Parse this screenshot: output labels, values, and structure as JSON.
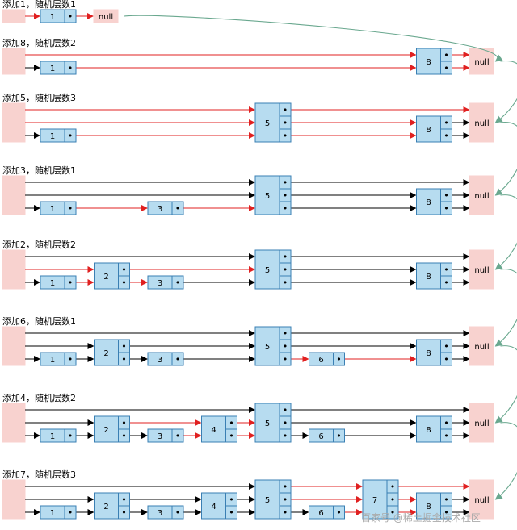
{
  "colors": {
    "node_fill": "#b7dcf0",
    "node_stroke": "#3a7fb3",
    "head_fill": "#f8d2cf",
    "null_fill": "#f8d2cf",
    "new_link": "#e02020",
    "old_link": "#000000",
    "flow_arrow": "#6aa88f"
  },
  "steps": [
    {
      "label": "添加1，随机层数1",
      "nodes": [
        {
          "key": "1",
          "levels": 1
        }
      ],
      "new_key": "1"
    },
    {
      "label": "添加8，随机层数2",
      "nodes": [
        {
          "key": "1",
          "levels": 1
        },
        {
          "key": "8",
          "levels": 2
        }
      ],
      "new_key": "8"
    },
    {
      "label": "添加5，随机层数3",
      "nodes": [
        {
          "key": "1",
          "levels": 1
        },
        {
          "key": "5",
          "levels": 3
        },
        {
          "key": "8",
          "levels": 2
        }
      ],
      "new_key": "5"
    },
    {
      "label": "添加3，随机层数1",
      "nodes": [
        {
          "key": "1",
          "levels": 1
        },
        {
          "key": "3",
          "levels": 1
        },
        {
          "key": "5",
          "levels": 3
        },
        {
          "key": "8",
          "levels": 2
        }
      ],
      "new_key": "3"
    },
    {
      "label": "添加2，随机层数2",
      "nodes": [
        {
          "key": "1",
          "levels": 1
        },
        {
          "key": "2",
          "levels": 2
        },
        {
          "key": "3",
          "levels": 1
        },
        {
          "key": "5",
          "levels": 3
        },
        {
          "key": "8",
          "levels": 2
        }
      ],
      "new_key": "2"
    },
    {
      "label": "添加6，随机层数1",
      "nodes": [
        {
          "key": "1",
          "levels": 1
        },
        {
          "key": "2",
          "levels": 2
        },
        {
          "key": "3",
          "levels": 1
        },
        {
          "key": "5",
          "levels": 3
        },
        {
          "key": "6",
          "levels": 1
        },
        {
          "key": "8",
          "levels": 2
        }
      ],
      "new_key": "6"
    },
    {
      "label": "添加4，随机层数2",
      "nodes": [
        {
          "key": "1",
          "levels": 1
        },
        {
          "key": "2",
          "levels": 2
        },
        {
          "key": "3",
          "levels": 1
        },
        {
          "key": "4",
          "levels": 2
        },
        {
          "key": "5",
          "levels": 3
        },
        {
          "key": "6",
          "levels": 1
        },
        {
          "key": "8",
          "levels": 2
        }
      ],
      "new_key": "4"
    },
    {
      "label": "添加7，随机层数3",
      "nodes": [
        {
          "key": "1",
          "levels": 1
        },
        {
          "key": "2",
          "levels": 2
        },
        {
          "key": "3",
          "levels": 1
        },
        {
          "key": "4",
          "levels": 2
        },
        {
          "key": "5",
          "levels": 3
        },
        {
          "key": "6",
          "levels": 1
        },
        {
          "key": "7",
          "levels": 3
        },
        {
          "key": "8",
          "levels": 2
        }
      ],
      "new_key": "7"
    }
  ],
  "null_label": "null",
  "pointer_glyph": "•",
  "watermark": "百家号 @稀土掘金技术社区"
}
